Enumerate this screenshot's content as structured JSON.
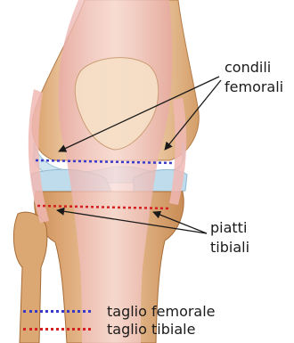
{
  "labels": {
    "condili": [
      "condili",
      "femorali"
    ],
    "piatti": [
      "piatti",
      "tibiali"
    ]
  },
  "legend": [
    {
      "text": "taglio femorale",
      "color": "#3a3ac8"
    },
    {
      "text": "taglio tibiale",
      "color": "#d42020"
    }
  ],
  "colors": {
    "femoral_cut": "#3a3ac8",
    "tibial_cut": "#d42020",
    "bone": "#f2d7b8",
    "tendon": "#f1c7c4",
    "cartilage": "#cfe6f1"
  }
}
